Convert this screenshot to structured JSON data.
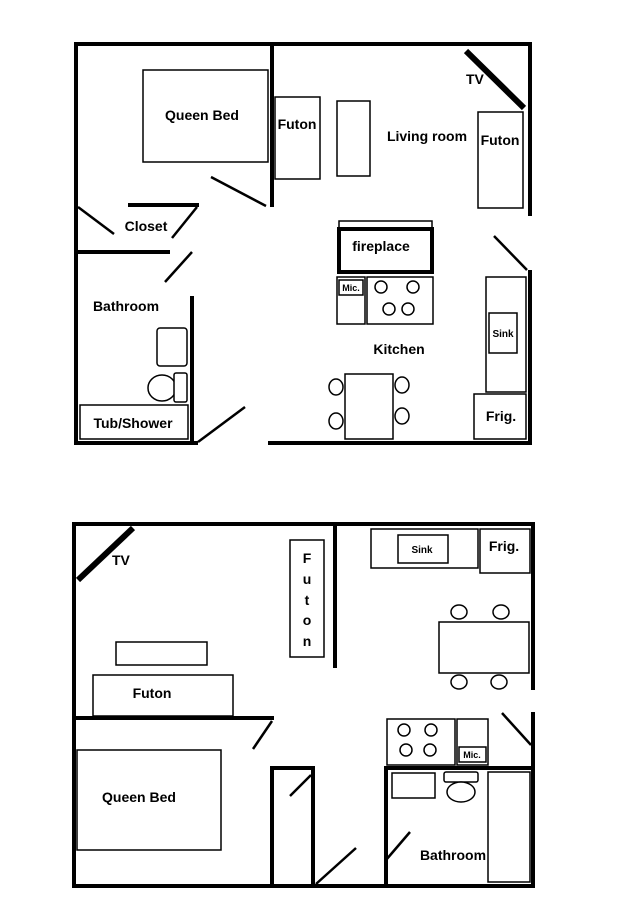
{
  "plan_a": {
    "queen_bed": "Queen Bed",
    "futon_left": "Futon",
    "living_room": "Living room",
    "tv": "TV",
    "futon_right": "Futon",
    "closet": "Closet",
    "fireplace": "fireplace",
    "mic": "Mic.",
    "bathroom": "Bathroom",
    "sink": "Sink",
    "kitchen": "Kitchen",
    "tub_shower": "Tub/Shower",
    "frig": "Frig."
  },
  "plan_b": {
    "tv": "TV",
    "sink": "Sink",
    "frig": "Frig.",
    "futon_vertical": [
      "F",
      "u",
      "t",
      "o",
      "n"
    ],
    "futon": "Futon",
    "queen_bed": "Queen Bed",
    "mic": "Mic.",
    "bathroom": "Bathroom"
  }
}
